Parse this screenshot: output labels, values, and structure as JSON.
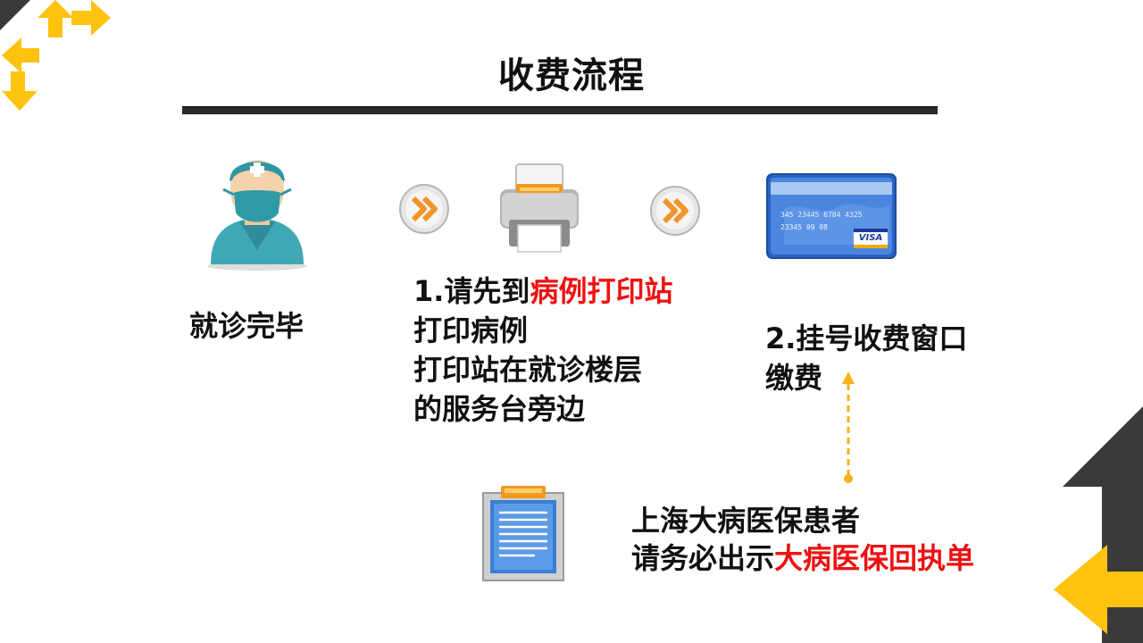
{
  "title": "收费流程",
  "colors": {
    "accent_yellow": "#ffc20e",
    "dark_gray": "#3a3a3a",
    "highlight_red": "#ee1111",
    "card_blue": "#2f6fd1"
  },
  "icons": {
    "doctor": "doctor-icon",
    "printer": "printer-icon",
    "card": "credit-card-icon",
    "document": "document-icon",
    "step_arrow": "double-chevron-right-icon"
  },
  "steps": {
    "step0": {
      "label": "就诊完毕"
    },
    "step1": {
      "line1_prefix": "1.请先到",
      "line1_highlight": "病例打印站",
      "line2": "打印病例",
      "line3": "打印站在就诊楼层",
      "line4": "的服务台旁边"
    },
    "step2": {
      "line1": "2.挂号收费窗口",
      "line2": "缴费"
    }
  },
  "card": {
    "number": "345 23445 6784 4325",
    "sub": "23345 09 08",
    "brand": "VISA"
  },
  "note": {
    "line1": "上海大病医保患者",
    "line2_prefix": "请务必出示",
    "line2_highlight": "大病医保回执单"
  }
}
